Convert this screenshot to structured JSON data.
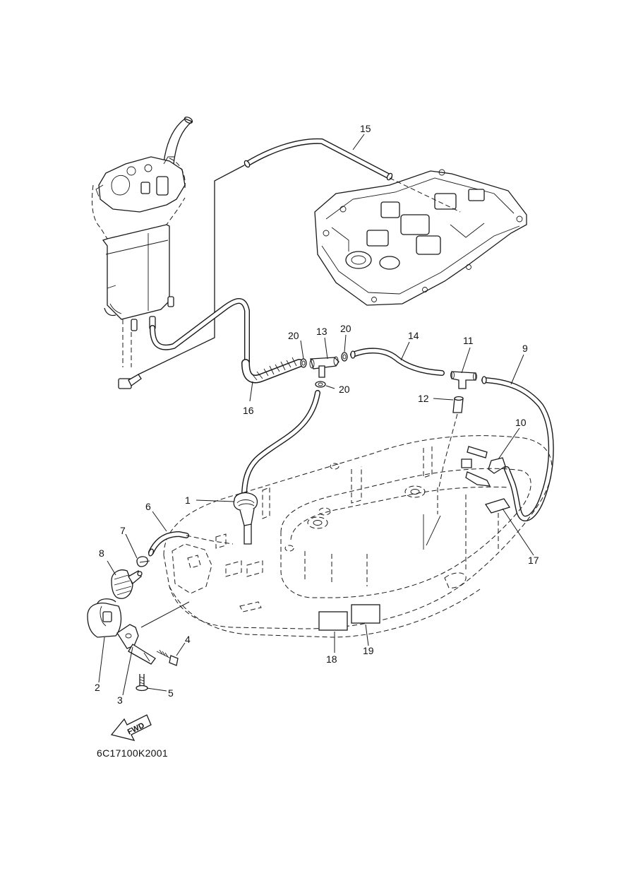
{
  "callouts": [
    {
      "id": "1",
      "label": "1"
    },
    {
      "id": "2",
      "label": "2"
    },
    {
      "id": "3",
      "label": "3"
    },
    {
      "id": "4",
      "label": "4"
    },
    {
      "id": "5",
      "label": "5"
    },
    {
      "id": "6",
      "label": "6"
    },
    {
      "id": "7",
      "label": "7"
    },
    {
      "id": "8",
      "label": "8"
    },
    {
      "id": "9",
      "label": "9"
    },
    {
      "id": "10",
      "label": "10"
    },
    {
      "id": "11",
      "label": "11"
    },
    {
      "id": "12",
      "label": "12"
    },
    {
      "id": "13",
      "label": "13"
    },
    {
      "id": "14",
      "label": "14"
    },
    {
      "id": "15",
      "label": "15"
    },
    {
      "id": "16",
      "label": "16"
    },
    {
      "id": "17",
      "label": "17"
    },
    {
      "id": "18",
      "label": "18"
    },
    {
      "id": "19",
      "label": "19"
    },
    {
      "id": "20a",
      "label": "20"
    },
    {
      "id": "20b",
      "label": "20"
    },
    {
      "id": "20c",
      "label": "20"
    }
  ],
  "fwd_arrow": {
    "label": "FWD"
  },
  "drawing_code": "6C17100K2001"
}
